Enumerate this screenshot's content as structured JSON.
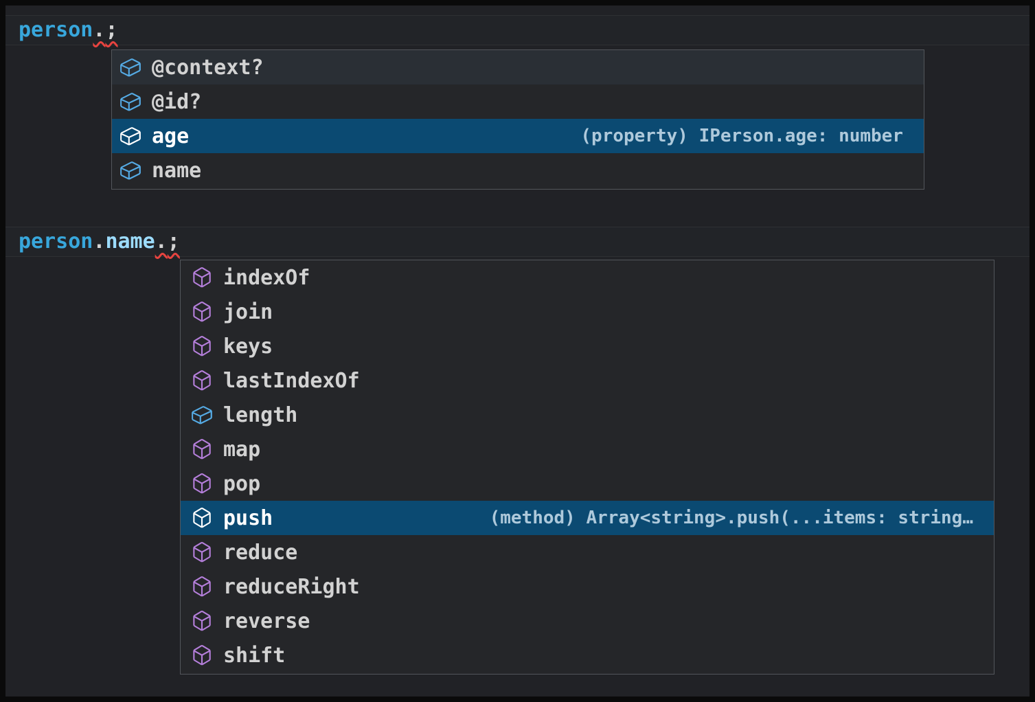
{
  "colors": {
    "frame": "#0a0a0a",
    "editor_background": "#212226",
    "suggest_background": "#252629",
    "suggest_border": "#53565B",
    "selected_row_background": "#0B4A72",
    "hover_row_background": "#2A2F35",
    "variable_token": "#38A7DC",
    "property_token": "#9CDCFE",
    "punctuation_token": "#D4D4D4",
    "error_squiggle": "#E8433F",
    "field_icon": "#55ABE5",
    "method_icon": "#B57FDB",
    "label_text": "#D2D2D2",
    "selected_text": "#FFFFFF",
    "detail_text": "#AEC9DB"
  },
  "code_lines": [
    {
      "tokens": [
        {
          "text": "person"
        },
        {
          "text": "."
        },
        {
          "text": ";"
        }
      ]
    },
    {
      "tokens": [
        {
          "text": "person"
        },
        {
          "text": "."
        },
        {
          "text": "name"
        },
        {
          "text": "."
        },
        {
          "text": ";"
        }
      ]
    }
  ],
  "suggest_widgets": [
    {
      "items": [
        {
          "label": "@context?",
          "kind": "field"
        },
        {
          "label": "@id?",
          "kind": "field"
        },
        {
          "label": "age",
          "kind": "field",
          "selected": true,
          "detail": "(property) IPerson.age: number"
        },
        {
          "label": "name",
          "kind": "field"
        }
      ]
    },
    {
      "items": [
        {
          "label": "indexOf",
          "kind": "method"
        },
        {
          "label": "join",
          "kind": "method"
        },
        {
          "label": "keys",
          "kind": "method"
        },
        {
          "label": "lastIndexOf",
          "kind": "method"
        },
        {
          "label": "length",
          "kind": "field"
        },
        {
          "label": "map",
          "kind": "method"
        },
        {
          "label": "pop",
          "kind": "method"
        },
        {
          "label": "push",
          "kind": "method",
          "selected": true,
          "detail": "(method) Array<string>.push(...items: string…"
        },
        {
          "label": "reduce",
          "kind": "method"
        },
        {
          "label": "reduceRight",
          "kind": "method"
        },
        {
          "label": "reverse",
          "kind": "method"
        },
        {
          "label": "shift",
          "kind": "method"
        }
      ]
    }
  ]
}
